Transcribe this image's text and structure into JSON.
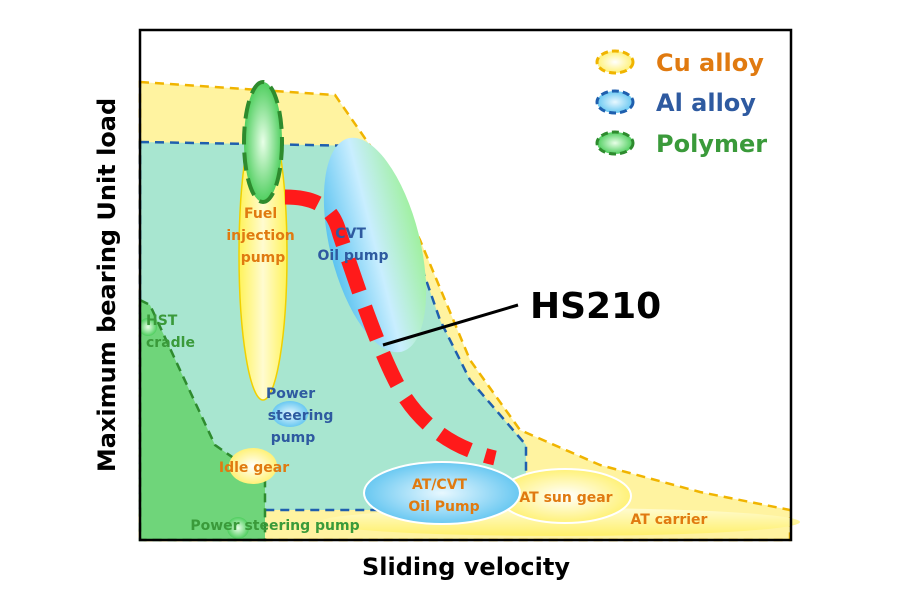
{
  "axes": {
    "xlabel": "Sliding velocity",
    "ylabel": "Maximum bearing Unit load"
  },
  "legend": [
    {
      "label": "Cu alloy",
      "color": "#e07a10"
    },
    {
      "label": "Al alloy",
      "color": "#2e5aa0"
    },
    {
      "label": "Polymer",
      "color": "#3a9a3a"
    }
  ],
  "applications": {
    "fuel_injection_pump": {
      "line1": "Fuel",
      "line2": "injection",
      "line3": "pump"
    },
    "cvt_oil_pump": {
      "line1": "CVT",
      "line2": "Oil pump"
    },
    "hst_cradle": {
      "line1": "HST",
      "line2": "cradle"
    },
    "power_steering_pump_al": {
      "line1": "Power",
      "line2": "steering",
      "line3": "pump"
    },
    "idle_gear": "Idle gear",
    "at_cvt_oil_pump": {
      "line1": "AT/CVT",
      "line2": "Oil Pump"
    },
    "at_sun_gear": "AT sun gear",
    "at_carrier": "AT carrier",
    "power_steering_pump_poly": "Power steering pump"
  },
  "callout": "HS210",
  "colors": {
    "cu_fill": "#fff3a0",
    "cu_stroke": "#f0b400",
    "al_fill": "#a8e6d0",
    "al_stroke": "#1f5fae",
    "poly_fill": "#6fd57a",
    "poly_stroke": "#2e8b2e",
    "hs210": "#ff1a1a",
    "cu_text": "#e07a10",
    "al_text": "#2e5aa0",
    "poly_text": "#3a9a3a"
  }
}
